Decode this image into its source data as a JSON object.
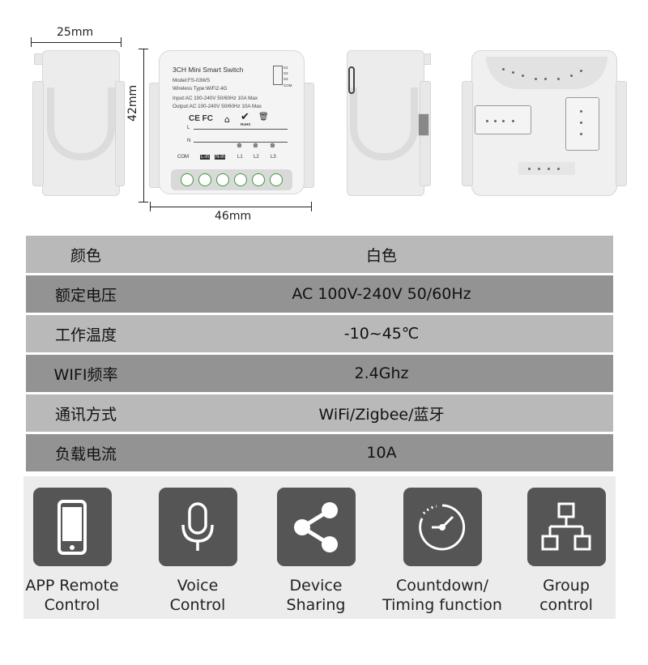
{
  "dimensions": {
    "width": "25mm",
    "height": "42mm",
    "length": "46mm"
  },
  "device": {
    "title": "3CH Mini Smart Switch",
    "model": "Model:FS-03WS",
    "wireless": "Wireless Type:WiFi2.4G",
    "input": "Input:AC 100-240V 50/60Hz 10A Max",
    "output": "Output:AC 100-240V 50/60Hz 10A Max",
    "certs": "CE FC",
    "rohs": "RoHS",
    "line_l": "L",
    "line_n": "N",
    "com": "COM",
    "terminals": [
      "L-in",
      "N-in",
      "L1",
      "L2",
      "L3"
    ],
    "switch_labels": [
      "S1",
      "S2",
      "S3",
      "COM"
    ]
  },
  "specs": [
    {
      "key": "颜色",
      "value": "白色"
    },
    {
      "key": "额定电压",
      "value": "AC  100V-240V 50/60Hz"
    },
    {
      "key": "工作温度",
      "value": "-10~45℃"
    },
    {
      "key": "WIFI频率",
      "value": "2.4Ghz"
    },
    {
      "key": "通讯方式",
      "value": "WiFi/Zigbee/蓝牙"
    },
    {
      "key": "负载电流",
      "value": "10A"
    }
  ],
  "features": [
    {
      "icon": "smartphone-icon",
      "line1": "APP Remote",
      "line2": "Control"
    },
    {
      "icon": "microphone-icon",
      "line1": "Voice",
      "line2": "Control"
    },
    {
      "icon": "share-icon",
      "line1": "Device",
      "line2": "Sharing"
    },
    {
      "icon": "timer-icon",
      "line1": "Countdown/",
      "line2": "Timing function"
    },
    {
      "icon": "network-icon",
      "line1": "Group",
      "line2": "control"
    }
  ],
  "colors": {
    "row_light": "#b9b9b9",
    "row_dark": "#939393",
    "icon_bg": "#555555",
    "feature_bg": "#ececec"
  }
}
